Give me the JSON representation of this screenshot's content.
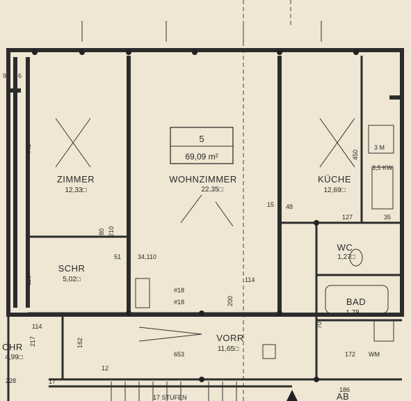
{
  "unit": {
    "number": "5",
    "area": "69,09 m²"
  },
  "rooms": [
    {
      "id": "zimmer",
      "name": "ZIMMER",
      "area": "12,33□"
    },
    {
      "id": "wohnzimmer",
      "name": "WOHNZIMMER",
      "area": "22,35□"
    },
    {
      "id": "kuche",
      "name": "KÜCHE",
      "area": "12,69□"
    },
    {
      "id": "schr",
      "name": "SCHR",
      "area": "5,02□"
    },
    {
      "id": "wc",
      "name": "WC",
      "area": "1,27□"
    },
    {
      "id": "bad",
      "name": "BAD",
      "area": "1,78"
    },
    {
      "id": "vorr",
      "name": "VORR",
      "area": "11,65□"
    },
    {
      "id": "schr-left",
      "name": "CHR",
      "area": "4,99□"
    }
  ],
  "dimensions": [
    "442",
    "450",
    "653",
    "114",
    "217",
    "228",
    "162",
    "172",
    "186",
    "127",
    "48",
    "51",
    "34,110",
    "200",
    "210",
    "80",
    "70",
    "114",
    "118",
    "9",
    "6",
    "15",
    "17",
    "12",
    "35",
    "3,5 KW",
    "3 M",
    "WM"
  ],
  "annotations": {
    "stairs": "17 STUFEN",
    "neighbor": "AB",
    "fixtures": [
      "#18",
      "#18"
    ]
  },
  "colors": {
    "paper": "#efe6d3",
    "ink": "#2c2c2c"
  }
}
